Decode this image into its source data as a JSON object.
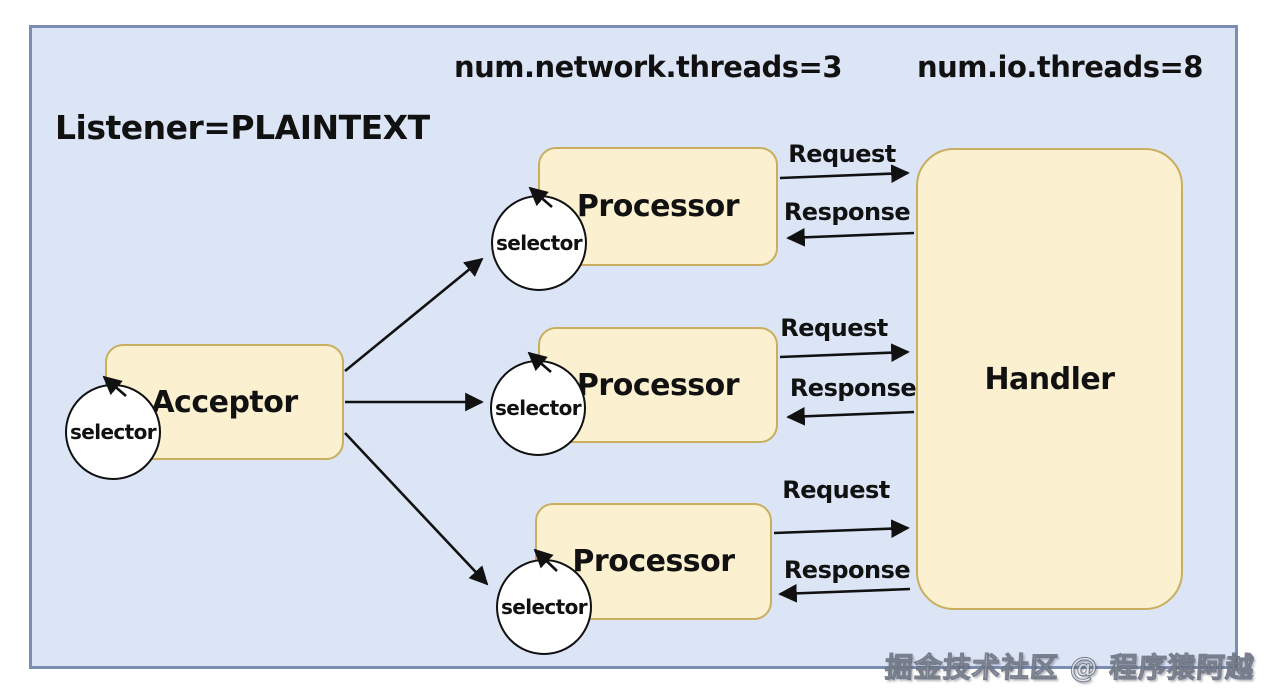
{
  "config_labels": {
    "network_threads": "num.network.threads=3",
    "io_threads": "num.io.threads=8",
    "listener": "Listener=PLAINTEXT"
  },
  "acceptor": {
    "label": "Acceptor",
    "selector": "selector"
  },
  "processors": [
    {
      "label": "Processor",
      "selector": "selector",
      "request": "Request",
      "response": "Response"
    },
    {
      "label": "Processor",
      "selector": "selector",
      "request": "Request",
      "response": "Response"
    },
    {
      "label": "Processor",
      "selector": "selector",
      "request": "Request",
      "response": "Response"
    }
  ],
  "handler": {
    "label": "Handler"
  },
  "watermark": "掘金技术社区 @ 程序猿阿越",
  "colors": {
    "board_background": "#dce5f6",
    "board_border": "#7b8db1",
    "node_fill": "#fbf1d0",
    "node_border": "#c9ae5f",
    "selector_fill": "#ffffff",
    "line_color": "#111111"
  }
}
